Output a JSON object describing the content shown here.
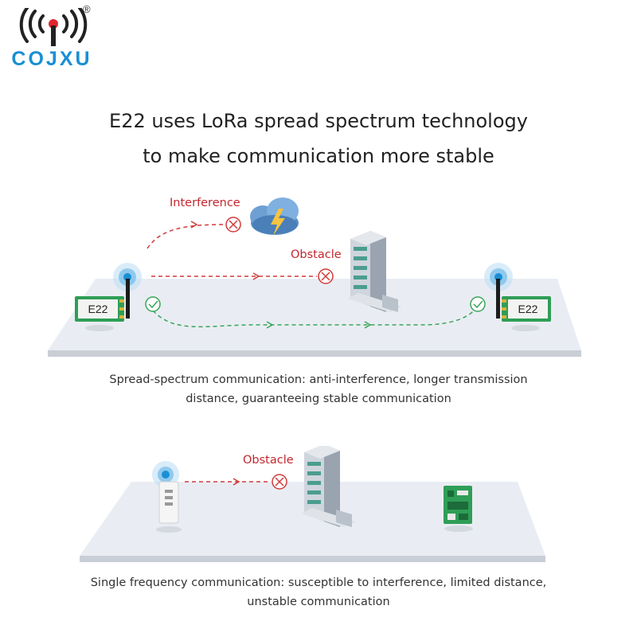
{
  "brand": {
    "name": "COJXU",
    "registered_mark": "®",
    "icon": "wifi-antenna-icon",
    "color": "#1a8fd6"
  },
  "headline": {
    "line1": "E22 uses LoRa spread spectrum technology",
    "line2": "to make communication more stable"
  },
  "scene1": {
    "interference_label": "Interference",
    "obstacle_label": "Obstacle",
    "module_left_label": "E22",
    "module_right_label": "E22",
    "caption_line1": "Spread-spectrum communication: anti-interference, longer transmission",
    "caption_line2": "distance, guaranteeing stable communication"
  },
  "scene2": {
    "obstacle_label": "Obstacle",
    "caption_line1": "Single frequency communication: susceptible to interference, limited distance,",
    "caption_line2": "unstable communication"
  },
  "colors": {
    "fail_red": "#d23a3a",
    "success_green": "#3aa55a",
    "platform": "#e8ecf2",
    "pcb_green": "#2f9e56"
  }
}
